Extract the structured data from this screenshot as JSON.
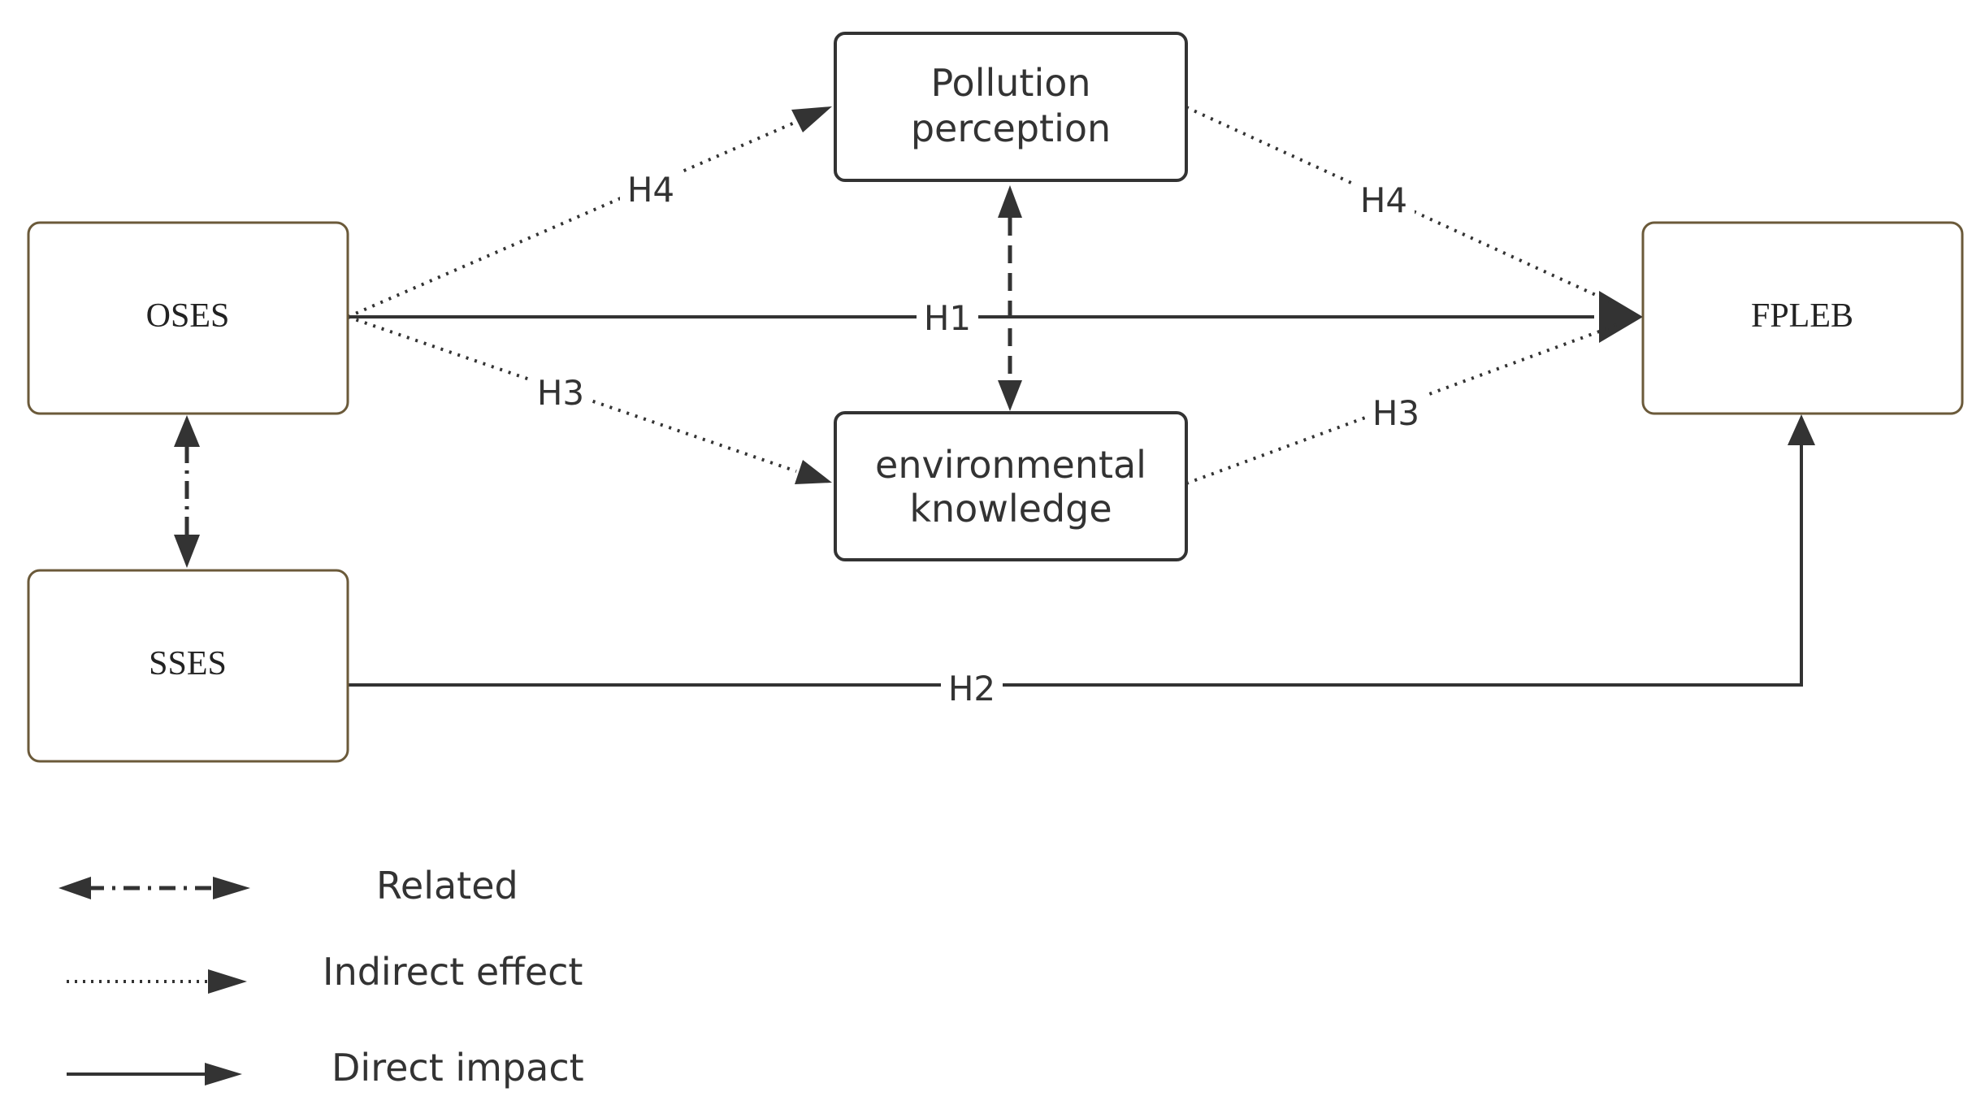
{
  "nodes": {
    "oses": "OSES",
    "sses": "SSES",
    "fpleb": "FPLEB",
    "pollution_line1": "Pollution",
    "pollution_line2": "perception",
    "env_line1": "environmental",
    "env_line2": "knowledge"
  },
  "edges": {
    "h1": "H1",
    "h2": "H2",
    "h3_left": "H3",
    "h3_right": "H3",
    "h4_left": "H4",
    "h4_right": "H4"
  },
  "legend": {
    "related": "Related",
    "indirect": "Indirect effect",
    "direct": "Direct impact"
  },
  "colors": {
    "line": "#333333",
    "box_brown": "#6b5a3a",
    "box_dark": "#333333"
  }
}
